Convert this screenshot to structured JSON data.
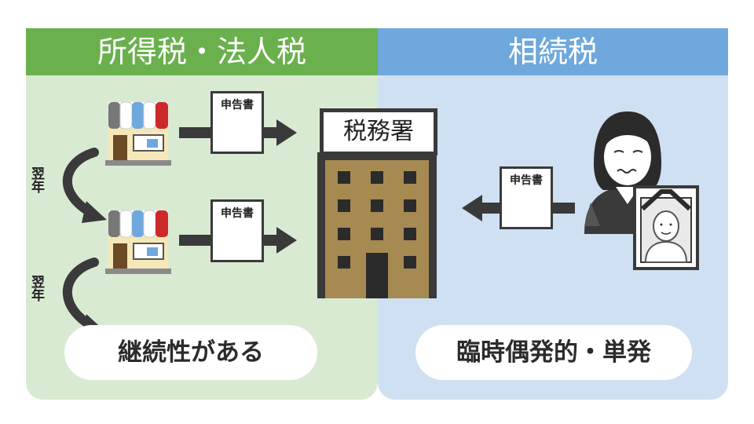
{
  "left_panel": {
    "title": "所得税・法人税",
    "year_label_1": "翌年",
    "year_label_2": "翌年",
    "doc_label_1": "申告書",
    "doc_label_2": "申告書",
    "caption": "継続性がある",
    "header_color": "#6ab04c",
    "bg_color": "#d9ead3"
  },
  "right_panel": {
    "title": "相続税",
    "doc_label": "申告書",
    "caption": "臨時偶発的・単発",
    "header_color": "#6fa8dc",
    "bg_color": "#cfe0f2"
  },
  "tax_office": {
    "sign": "税務署",
    "building_color": "#a68a52"
  },
  "icons": [
    "shop-icon",
    "document-icon",
    "arrow-right-icon",
    "arrow-left-icon",
    "curved-arrow-icon",
    "tax-office-building-icon",
    "grieving-woman-icon",
    "memorial-portrait-icon"
  ]
}
